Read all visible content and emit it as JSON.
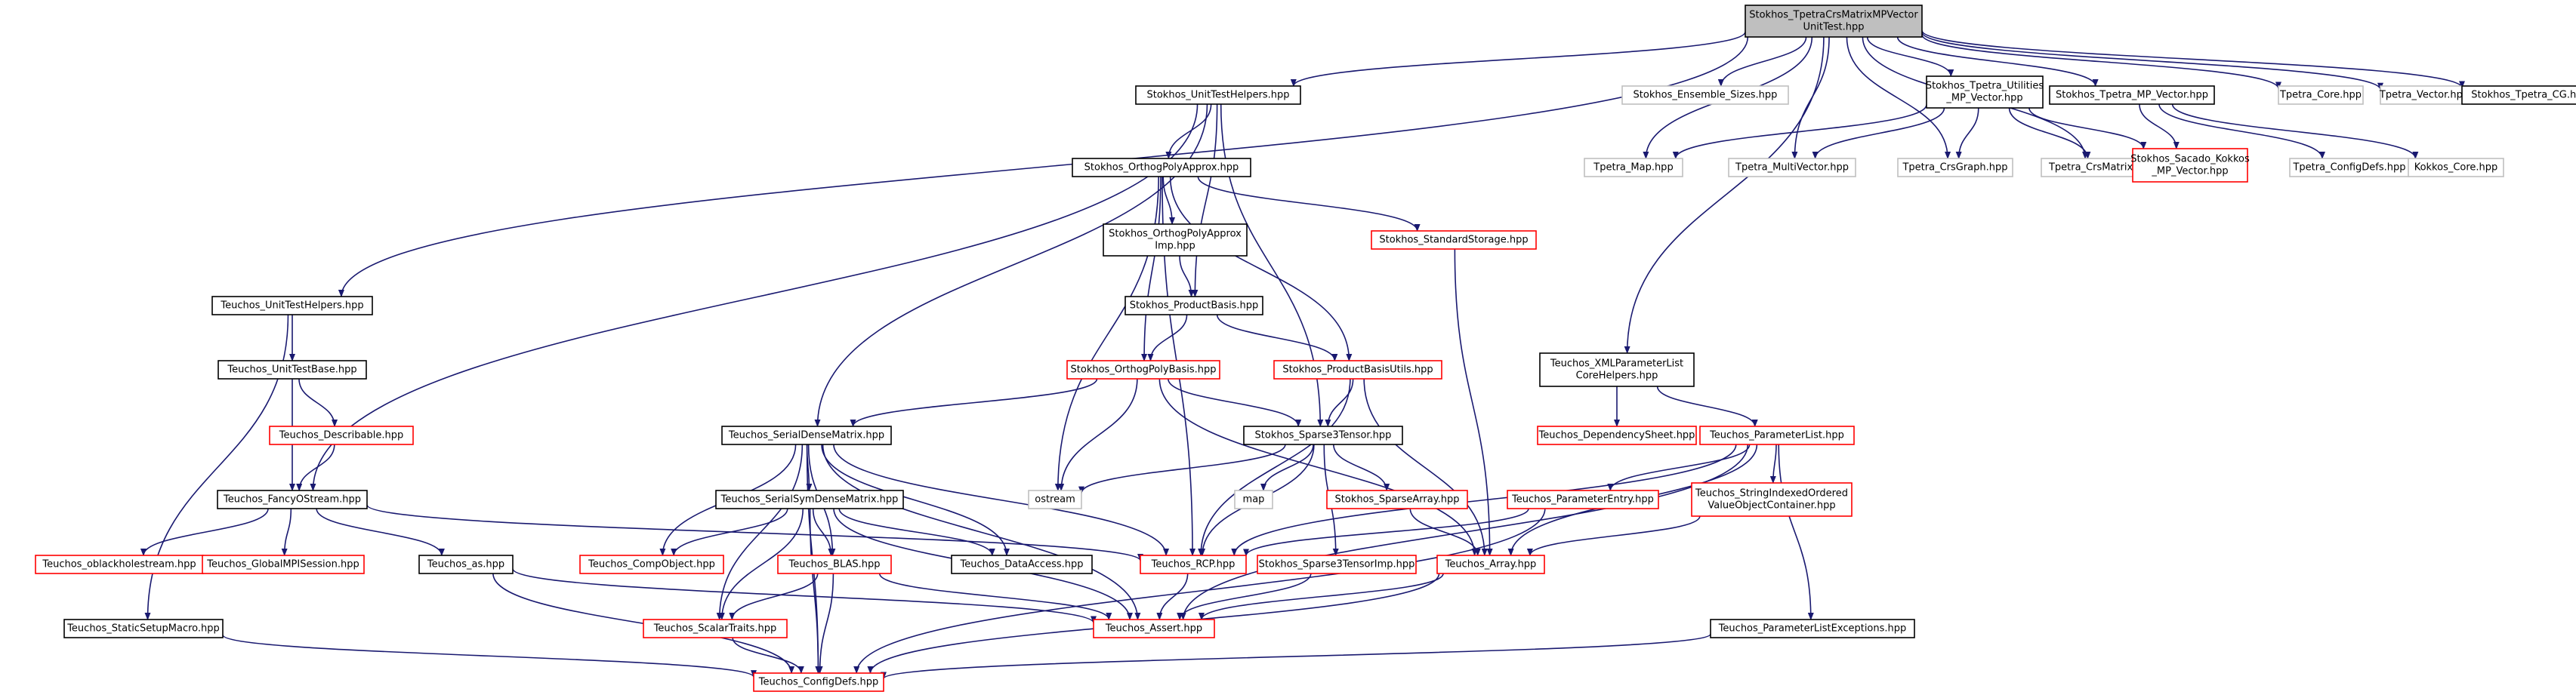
{
  "title": "Stokhos_TpetraCrsMatrixMPVectorUnitTest.hpp include dependency graph",
  "colors": {
    "edge": "#191970",
    "root_fill": "#bfbfbf",
    "border_plain": "#000000",
    "border_external": "#bfbfbf",
    "border_red": "#ff0000"
  },
  "nodes": [
    {
      "id": "root",
      "lines": [
        "Stokhos_TpetraCrsMatrixMPVector",
        "UnitTest.hpp"
      ],
      "kind": "root"
    },
    {
      "id": "uth",
      "lines": [
        "Stokhos_UnitTestHelpers.hpp"
      ],
      "kind": "plain"
    },
    {
      "id": "ens",
      "lines": [
        "Stokhos_Ensemble_Sizes.hpp"
      ],
      "kind": "ext"
    },
    {
      "id": "tpu",
      "lines": [
        "Stokhos_Tpetra_Utilities",
        "_MP_Vector.hpp"
      ],
      "kind": "plain"
    },
    {
      "id": "tmpv",
      "lines": [
        "Stokhos_Tpetra_MP_Vector.hpp"
      ],
      "kind": "plain"
    },
    {
      "id": "tcore",
      "lines": [
        "Tpetra_Core.hpp"
      ],
      "kind": "ext"
    },
    {
      "id": "tvec",
      "lines": [
        "Tpetra_Vector.hpp"
      ],
      "kind": "ext"
    },
    {
      "id": "tcg",
      "lines": [
        "Stokhos_Tpetra_CG.hpp"
      ],
      "kind": "plain"
    },
    {
      "id": "tmap",
      "lines": [
        "Tpetra_Map.hpp"
      ],
      "kind": "ext"
    },
    {
      "id": "tmv",
      "lines": [
        "Tpetra_MultiVector.hpp"
      ],
      "kind": "ext"
    },
    {
      "id": "tcrsg",
      "lines": [
        "Tpetra_CrsGraph.hpp"
      ],
      "kind": "ext"
    },
    {
      "id": "tcrsm",
      "lines": [
        "Tpetra_CrsMatrix.hpp"
      ],
      "kind": "ext"
    },
    {
      "id": "skmp",
      "lines": [
        "Stokhos_Sacado_Kokkos",
        "_MP_Vector.hpp"
      ],
      "kind": "red"
    },
    {
      "id": "tcfg",
      "lines": [
        "Tpetra_ConfigDefs.hpp"
      ],
      "kind": "ext"
    },
    {
      "id": "kcore",
      "lines": [
        "Kokkos_Core.hpp"
      ],
      "kind": "ext"
    },
    {
      "id": "opa",
      "lines": [
        "Stokhos_OrthogPolyApprox.hpp"
      ],
      "kind": "plain"
    },
    {
      "id": "opai",
      "lines": [
        "Stokhos_OrthogPolyApprox",
        "Imp.hpp"
      ],
      "kind": "plain"
    },
    {
      "id": "sst",
      "lines": [
        "Stokhos_StandardStorage.hpp"
      ],
      "kind": "red"
    },
    {
      "id": "pb",
      "lines": [
        "Stokhos_ProductBasis.hpp"
      ],
      "kind": "plain"
    },
    {
      "id": "opb",
      "lines": [
        "Stokhos_OrthogPolyBasis.hpp"
      ],
      "kind": "red"
    },
    {
      "id": "pbu",
      "lines": [
        "Stokhos_ProductBasisUtils.hpp"
      ],
      "kind": "red"
    },
    {
      "id": "s3t",
      "lines": [
        "Stokhos_Sparse3Tensor.hpp"
      ],
      "kind": "plain"
    },
    {
      "id": "s3ti",
      "lines": [
        "Stokhos_Sparse3TensorImp.hpp"
      ],
      "kind": "red"
    },
    {
      "id": "ssa",
      "lines": [
        "Stokhos_SparseArray.hpp"
      ],
      "kind": "red"
    },
    {
      "id": "map",
      "lines": [
        "map"
      ],
      "kind": "ext"
    },
    {
      "id": "ostream",
      "lines": [
        "ostream"
      ],
      "kind": "ext"
    },
    {
      "id": "tuth",
      "lines": [
        "Teuchos_UnitTestHelpers.hpp"
      ],
      "kind": "plain"
    },
    {
      "id": "utb",
      "lines": [
        "Teuchos_UnitTestBase.hpp"
      ],
      "kind": "plain"
    },
    {
      "id": "desc",
      "lines": [
        "Teuchos_Describable.hpp"
      ],
      "kind": "red"
    },
    {
      "id": "fos",
      "lines": [
        "Teuchos_FancyOStream.hpp"
      ],
      "kind": "plain"
    },
    {
      "id": "obh",
      "lines": [
        "Teuchos_oblackholestream.hpp"
      ],
      "kind": "red"
    },
    {
      "id": "gmpi",
      "lines": [
        "Teuchos_GlobalMPISession.hpp"
      ],
      "kind": "red"
    },
    {
      "id": "as",
      "lines": [
        "Teuchos_as.hpp"
      ],
      "kind": "plain"
    },
    {
      "id": "ssm",
      "lines": [
        "Teuchos_StaticSetupMacro.hpp"
      ],
      "kind": "plain"
    },
    {
      "id": "sdm",
      "lines": [
        "Teuchos_SerialDenseMatrix.hpp"
      ],
      "kind": "plain"
    },
    {
      "id": "ssdm",
      "lines": [
        "Teuchos_SerialSymDenseMatrix.hpp"
      ],
      "kind": "plain"
    },
    {
      "id": "co",
      "lines": [
        "Teuchos_CompObject.hpp"
      ],
      "kind": "red"
    },
    {
      "id": "blas",
      "lines": [
        "Teuchos_BLAS.hpp"
      ],
      "kind": "red"
    },
    {
      "id": "da",
      "lines": [
        "Teuchos_DataAccess.hpp"
      ],
      "kind": "plain"
    },
    {
      "id": "st",
      "lines": [
        "Teuchos_ScalarTraits.hpp"
      ],
      "kind": "red"
    },
    {
      "id": "rcp",
      "lines": [
        "Teuchos_RCP.hpp"
      ],
      "kind": "red"
    },
    {
      "id": "assert",
      "lines": [
        "Teuchos_Assert.hpp"
      ],
      "kind": "red"
    },
    {
      "id": "cfg",
      "lines": [
        "Teuchos_ConfigDefs.hpp"
      ],
      "kind": "red"
    },
    {
      "id": "arr",
      "lines": [
        "Teuchos_Array.hpp"
      ],
      "kind": "red"
    },
    {
      "id": "xml",
      "lines": [
        "Teuchos_XMLParameterList",
        "CoreHelpers.hpp"
      ],
      "kind": "plain"
    },
    {
      "id": "dep",
      "lines": [
        "Teuchos_DependencySheet.hpp"
      ],
      "kind": "red"
    },
    {
      "id": "pl",
      "lines": [
        "Teuchos_ParameterList.hpp"
      ],
      "kind": "red"
    },
    {
      "id": "pe",
      "lines": [
        "Teuchos_ParameterEntry.hpp"
      ],
      "kind": "red"
    },
    {
      "id": "sivoc",
      "lines": [
        "Teuchos_StringIndexedOrdered",
        "ValueObjectContainer.hpp"
      ],
      "kind": "red"
    },
    {
      "id": "ple",
      "lines": [
        "Teuchos_ParameterListExceptions.hpp"
      ],
      "kind": "plain"
    }
  ],
  "edges": [
    [
      "root",
      "uth"
    ],
    [
      "root",
      "ens"
    ],
    [
      "root",
      "tpu"
    ],
    [
      "root",
      "tmpv"
    ],
    [
      "root",
      "tcore"
    ],
    [
      "root",
      "tvec"
    ],
    [
      "root",
      "tcg"
    ],
    [
      "root",
      "tmap"
    ],
    [
      "root",
      "tmv"
    ],
    [
      "root",
      "tcrsg"
    ],
    [
      "root",
      "tcrsm"
    ],
    [
      "root",
      "tuth"
    ],
    [
      "root",
      "xml"
    ],
    [
      "tpu",
      "tmap"
    ],
    [
      "tpu",
      "tmv"
    ],
    [
      "tpu",
      "tcrsg"
    ],
    [
      "tpu",
      "tcrsm"
    ],
    [
      "tpu",
      "skmp"
    ],
    [
      "tmpv",
      "skmp"
    ],
    [
      "tmpv",
      "tcfg"
    ],
    [
      "tmpv",
      "kcore"
    ],
    [
      "uth",
      "opa"
    ],
    [
      "uth",
      "pb"
    ],
    [
      "uth",
      "sdm"
    ],
    [
      "uth",
      "fos"
    ],
    [
      "uth",
      "s3t"
    ],
    [
      "opa",
      "opai"
    ],
    [
      "opa",
      "sst"
    ],
    [
      "opa",
      "opb"
    ],
    [
      "opa",
      "pbu"
    ],
    [
      "opa",
      "ostream"
    ],
    [
      "opa",
      "rcp"
    ],
    [
      "opai",
      "pb"
    ],
    [
      "sst",
      "arr"
    ],
    [
      "pb",
      "opb"
    ],
    [
      "pb",
      "pbu"
    ],
    [
      "opb",
      "sdm"
    ],
    [
      "opb",
      "s3t"
    ],
    [
      "opb",
      "ostream"
    ],
    [
      "opb",
      "arr"
    ],
    [
      "pbu",
      "s3t"
    ],
    [
      "pbu",
      "rcp"
    ],
    [
      "pbu",
      "arr"
    ],
    [
      "s3t",
      "ostream"
    ],
    [
      "s3t",
      "map"
    ],
    [
      "s3t",
      "ssa"
    ],
    [
      "s3t",
      "s3ti"
    ],
    [
      "s3t",
      "rcp"
    ],
    [
      "ssa",
      "arr"
    ],
    [
      "s3ti",
      "assert"
    ],
    [
      "tuth",
      "utb"
    ],
    [
      "tuth",
      "ssm"
    ],
    [
      "utb",
      "desc"
    ],
    [
      "utb",
      "fos"
    ],
    [
      "desc",
      "fos"
    ],
    [
      "fos",
      "obh"
    ],
    [
      "fos",
      "gmpi"
    ],
    [
      "fos",
      "as"
    ],
    [
      "fos",
      "rcp"
    ],
    [
      "as",
      "assert"
    ],
    [
      "as",
      "cfg"
    ],
    [
      "ssm",
      "cfg"
    ],
    [
      "sdm",
      "ssdm"
    ],
    [
      "sdm",
      "co"
    ],
    [
      "sdm",
      "blas"
    ],
    [
      "sdm",
      "da"
    ],
    [
      "sdm",
      "st"
    ],
    [
      "sdm",
      "rcp"
    ],
    [
      "sdm",
      "assert"
    ],
    [
      "sdm",
      "cfg"
    ],
    [
      "ssdm",
      "co"
    ],
    [
      "ssdm",
      "blas"
    ],
    [
      "ssdm",
      "da"
    ],
    [
      "ssdm",
      "st"
    ],
    [
      "ssdm",
      "assert"
    ],
    [
      "ssdm",
      "cfg"
    ],
    [
      "blas",
      "st"
    ],
    [
      "blas",
      "assert"
    ],
    [
      "blas",
      "cfg"
    ],
    [
      "st",
      "cfg"
    ],
    [
      "rcp",
      "assert"
    ],
    [
      "arr",
      "assert"
    ],
    [
      "arr",
      "cfg"
    ],
    [
      "xml",
      "dep"
    ],
    [
      "xml",
      "pl"
    ],
    [
      "pl",
      "pe"
    ],
    [
      "pl",
      "sivoc"
    ],
    [
      "pl",
      "arr"
    ],
    [
      "pl",
      "rcp"
    ],
    [
      "pl",
      "ple"
    ],
    [
      "pl",
      "assert"
    ],
    [
      "pe",
      "rcp"
    ],
    [
      "pe",
      "cfg"
    ],
    [
      "sivoc",
      "arr"
    ],
    [
      "ple",
      "cfg"
    ]
  ]
}
